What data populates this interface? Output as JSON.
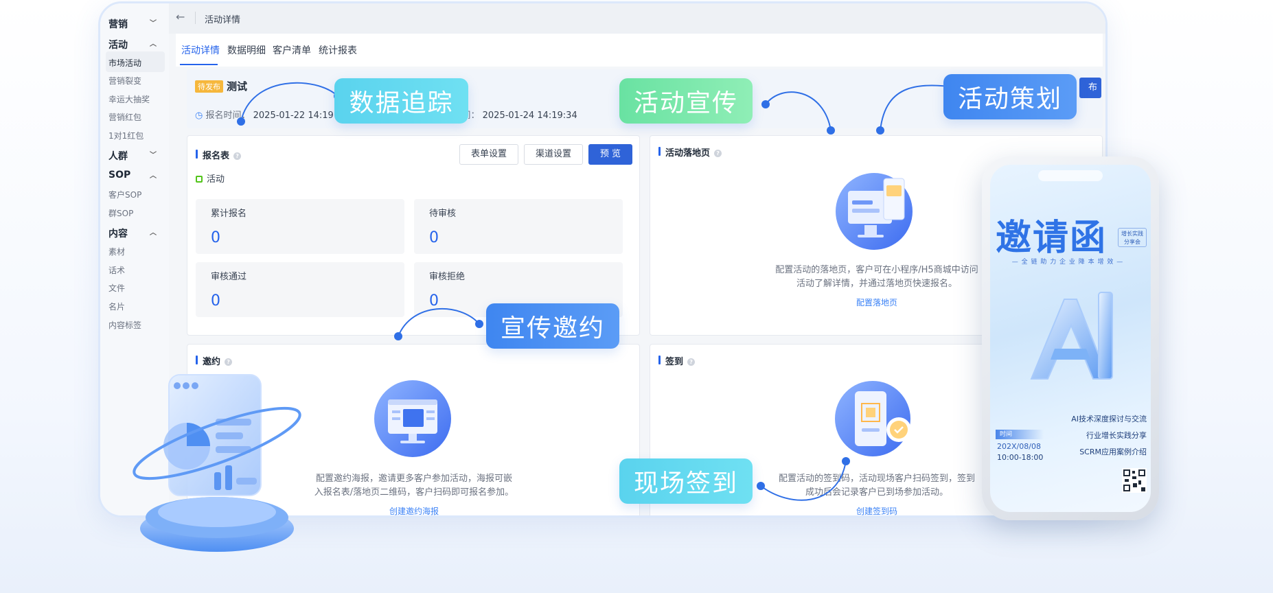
{
  "topbar": {
    "back_icon": "arrow-left-icon",
    "title": "活动详情"
  },
  "sidebar": {
    "groups": [
      {
        "label": "营销",
        "chevron": "chevron-down-icon"
      },
      {
        "label": "活动",
        "chevron": "chevron-up-icon"
      },
      {
        "label": "人群",
        "chevron": "chevron-down-icon"
      },
      {
        "label": "SOP",
        "chevron": "chevron-up-icon"
      },
      {
        "label": "内容",
        "chevron": "chevron-up-icon"
      }
    ],
    "items": [
      "市场活动",
      "营销裂变",
      "幸运大抽奖",
      "营销红包",
      "1对1红包",
      "客户SOP",
      "群SOP",
      "素材",
      "话术",
      "文件",
      "名片",
      "内容标签"
    ]
  },
  "tabs": [
    "活动详情",
    "数据明细",
    "客户清单",
    "统计报表"
  ],
  "activity": {
    "status": "待发布",
    "name": "测试",
    "signup_label": "报名时间：",
    "signup_time": "2025-01-22 14:19",
    "event_label": "活动时间：",
    "event_time": "2025-01-24 14:19:34",
    "publish_label": "布"
  },
  "signup_panel": {
    "title": "报名表",
    "btn_form": "表单设置",
    "btn_channel": "渠道设置",
    "btn_preview": "预 览",
    "legend": "活动",
    "stats": [
      {
        "label": "累计报名",
        "value": "0"
      },
      {
        "label": "待审核",
        "value": "0"
      },
      {
        "label": "审核通过",
        "value": "0"
      },
      {
        "label": "审核拒绝",
        "value": "0"
      }
    ]
  },
  "landing_panel": {
    "title": "活动落地页",
    "desc1": "配置活动的落地页，客户可在小程序/H5商城中访问",
    "desc2": "活动了解详情，并通过落地页快速报名。",
    "link": "配置落地页"
  },
  "invite_panel": {
    "title": "邀约",
    "desc1": "配置邀约海报，邀请更多客户参加活动，海报可嵌",
    "desc2": "入报名表/落地页二维码，客户扫码即可报名参加。",
    "link": "创建邀约海报"
  },
  "checkin_panel": {
    "title": "签到",
    "desc1": "配置活动的签到码，活动现场客户扫码签到，签到",
    "desc2": "成功后会记录客户已到场参加活动。",
    "link": "创建签到码"
  },
  "callouts": {
    "data_tracking": "数据追踪",
    "promotion": "活动宣传",
    "planning": "活动策划",
    "invitation": "宣传邀约",
    "checkin": "现场签到"
  },
  "phone": {
    "title": "邀请函",
    "badge_line1": "增长实践",
    "badge_line2": "分享会",
    "tagline": "— 全 链 助 力 企 业 降 本 增 效 —",
    "time_label": "时间",
    "date": "202X/08/08",
    "hours": "10:00-18:00",
    "agenda": [
      "AI技术深度探讨与交流",
      "行业增长实践分享",
      "SCRM应用案例介绍"
    ]
  },
  "colors": {
    "accent": "#2563eb",
    "status_badge": "#f6b73c",
    "callout_cyan": "#5ad3ee",
    "callout_green": "#69e2a2",
    "callout_blue": "#3f86f0"
  }
}
